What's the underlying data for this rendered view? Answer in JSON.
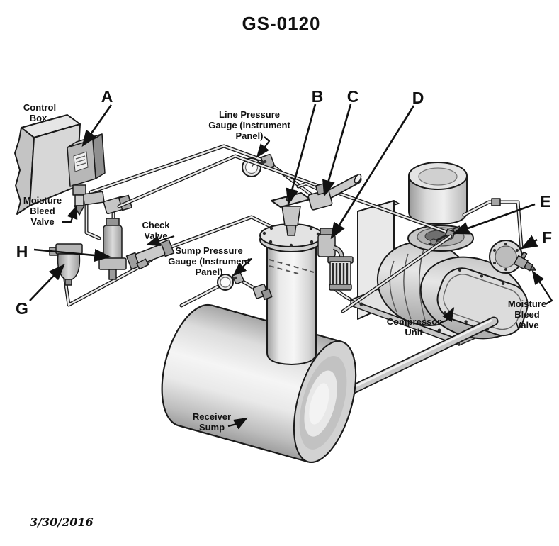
{
  "title": "GS-0120",
  "date": "3/30/2016",
  "callouts": {
    "a": "A",
    "b": "B",
    "c": "C",
    "d": "D",
    "e": "E",
    "f": "F",
    "g": "G",
    "h": "H"
  },
  "labels": {
    "control_box": {
      "lines": [
        "Control",
        "Box"
      ]
    },
    "moisture_bleed_left": {
      "lines": [
        "Moisture",
        "Bleed",
        "Valve"
      ]
    },
    "line_pressure_gauge": {
      "lines": [
        "Line Pressure",
        "Gauge (Instrument",
        "Panel)"
      ]
    },
    "check_valve": {
      "lines": [
        "Check",
        "Valve"
      ]
    },
    "sump_pressure_gauge": {
      "lines": [
        "Sump Pressure",
        "Gauge (Instrument",
        "Panel)"
      ]
    },
    "compressor_unit": {
      "lines": [
        "Compressor",
        "Unit"
      ]
    },
    "moisture_bleed_right": {
      "lines": [
        "Moisture",
        "Bleed",
        "Valve"
      ]
    },
    "receiver_sump": {
      "lines": [
        "Receiver",
        "Sump"
      ]
    }
  },
  "colors": {
    "line": "#1a1a1a",
    "fill_light": "#e8e8e8",
    "fill_mid": "#cccccc",
    "fill_dark": "#a8a8a8",
    "background": "#ffffff"
  }
}
